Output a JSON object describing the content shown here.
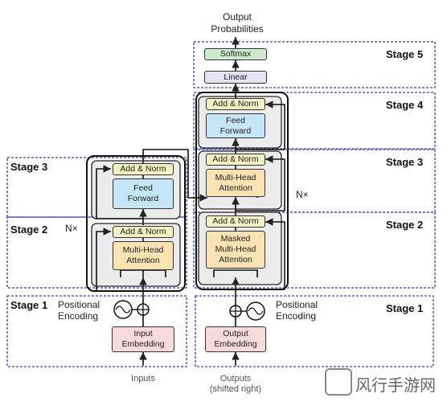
{
  "title_line1": "Output",
  "title_line2": "Probabilities",
  "stages": {
    "stage5": "Stage 5",
    "stage4": "Stage 4",
    "stage3_left": "Stage 3",
    "stage3_right": "Stage 3",
    "stage2_left": "Stage 2",
    "stage2_right": "Stage 2",
    "stage1_left": "Stage 1",
    "stage1_right": "Stage 1"
  },
  "encoder": {
    "add_norm_top": "Add & Norm",
    "feed_forward_line1": "Feed",
    "feed_forward_line2": "Forward",
    "add_norm_bottom": "Add & Norm",
    "mha_line1": "Multi-Head",
    "mha_line2": "Attention",
    "nx": "N×",
    "positional_line1": "Positional",
    "positional_line2": "Encoding",
    "embedding_line1": "Input",
    "embedding_line2": "Embedding",
    "inputs_label": "Inputs"
  },
  "decoder": {
    "softmax": "Softmax",
    "linear": "Linear",
    "add_norm_top": "Add & Norm",
    "feed_forward_line1": "Feed",
    "feed_forward_line2": "Forward",
    "add_norm_mid": "Add & Norm",
    "mha_line1": "Multi-Head",
    "mha_line2": "Attention",
    "add_norm_bottom": "Add & Norm",
    "masked_line1": "Masked",
    "masked_line2": "Multi-Head",
    "masked_line3": "Attention",
    "nx": "N×",
    "positional_line1": "Positional",
    "positional_line2": "Encoding",
    "embedding_line1": "Output",
    "embedding_line2": "Embedding",
    "outputs_line1": "Outputs",
    "outputs_line2": "(shifted right)"
  },
  "watermark_text": "风行手游网",
  "colors": {
    "stage_border": "#3b3bb8",
    "add_norm": "#f4f1c2",
    "feed_forward": "#c6e6f7",
    "attention": "#fbe2b3",
    "embedding": "#f8d9dc",
    "linear": "#e4e4f4",
    "softmax": "#cdeccf"
  }
}
